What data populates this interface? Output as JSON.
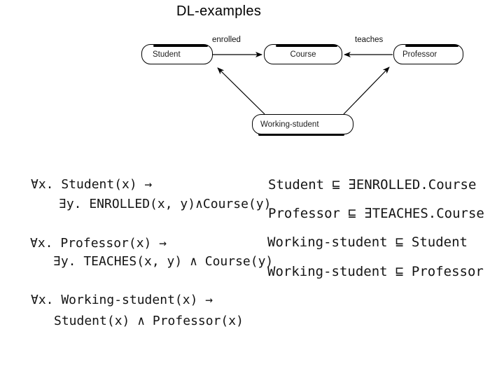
{
  "title": "DL-examples",
  "diagram": {
    "nodes": [
      {
        "id": "student",
        "label": "Student"
      },
      {
        "id": "course",
        "label": "Course"
      },
      {
        "id": "professor",
        "label": "Professor"
      },
      {
        "id": "working-student",
        "label": "Working-student"
      }
    ],
    "edges": [
      {
        "label": "enrolled",
        "from": "Student",
        "to": "Course"
      },
      {
        "label": "teaches",
        "from": "Professor",
        "to": "Course"
      },
      {
        "label": "",
        "from": "Working-student",
        "to": "Student"
      },
      {
        "label": "",
        "from": "Working-student",
        "to": "Professor"
      }
    ]
  },
  "formulas": {
    "fol": [
      {
        "line1": "∀x. Student(x) →",
        "line2": "∃y. ENROLLED(x, y)∧Course(y)"
      },
      {
        "line1": "∀x. Professor(x) →",
        "line2": "∃y. TEACHES(x, y) ∧ Course(y)"
      },
      {
        "line1": "∀x. Working-student(x) →",
        "line2": "Student(x) ∧ Professor(x)"
      }
    ],
    "dl": [
      "Student ⊑ ∃ENROLLED.Course",
      "Professor ⊑ ∃TEACHES.Course",
      "Working-student ⊑ Student",
      "Working-student ⊑ Professor"
    ]
  },
  "colors": {
    "background": "#ffffff",
    "ink": "#000000"
  }
}
